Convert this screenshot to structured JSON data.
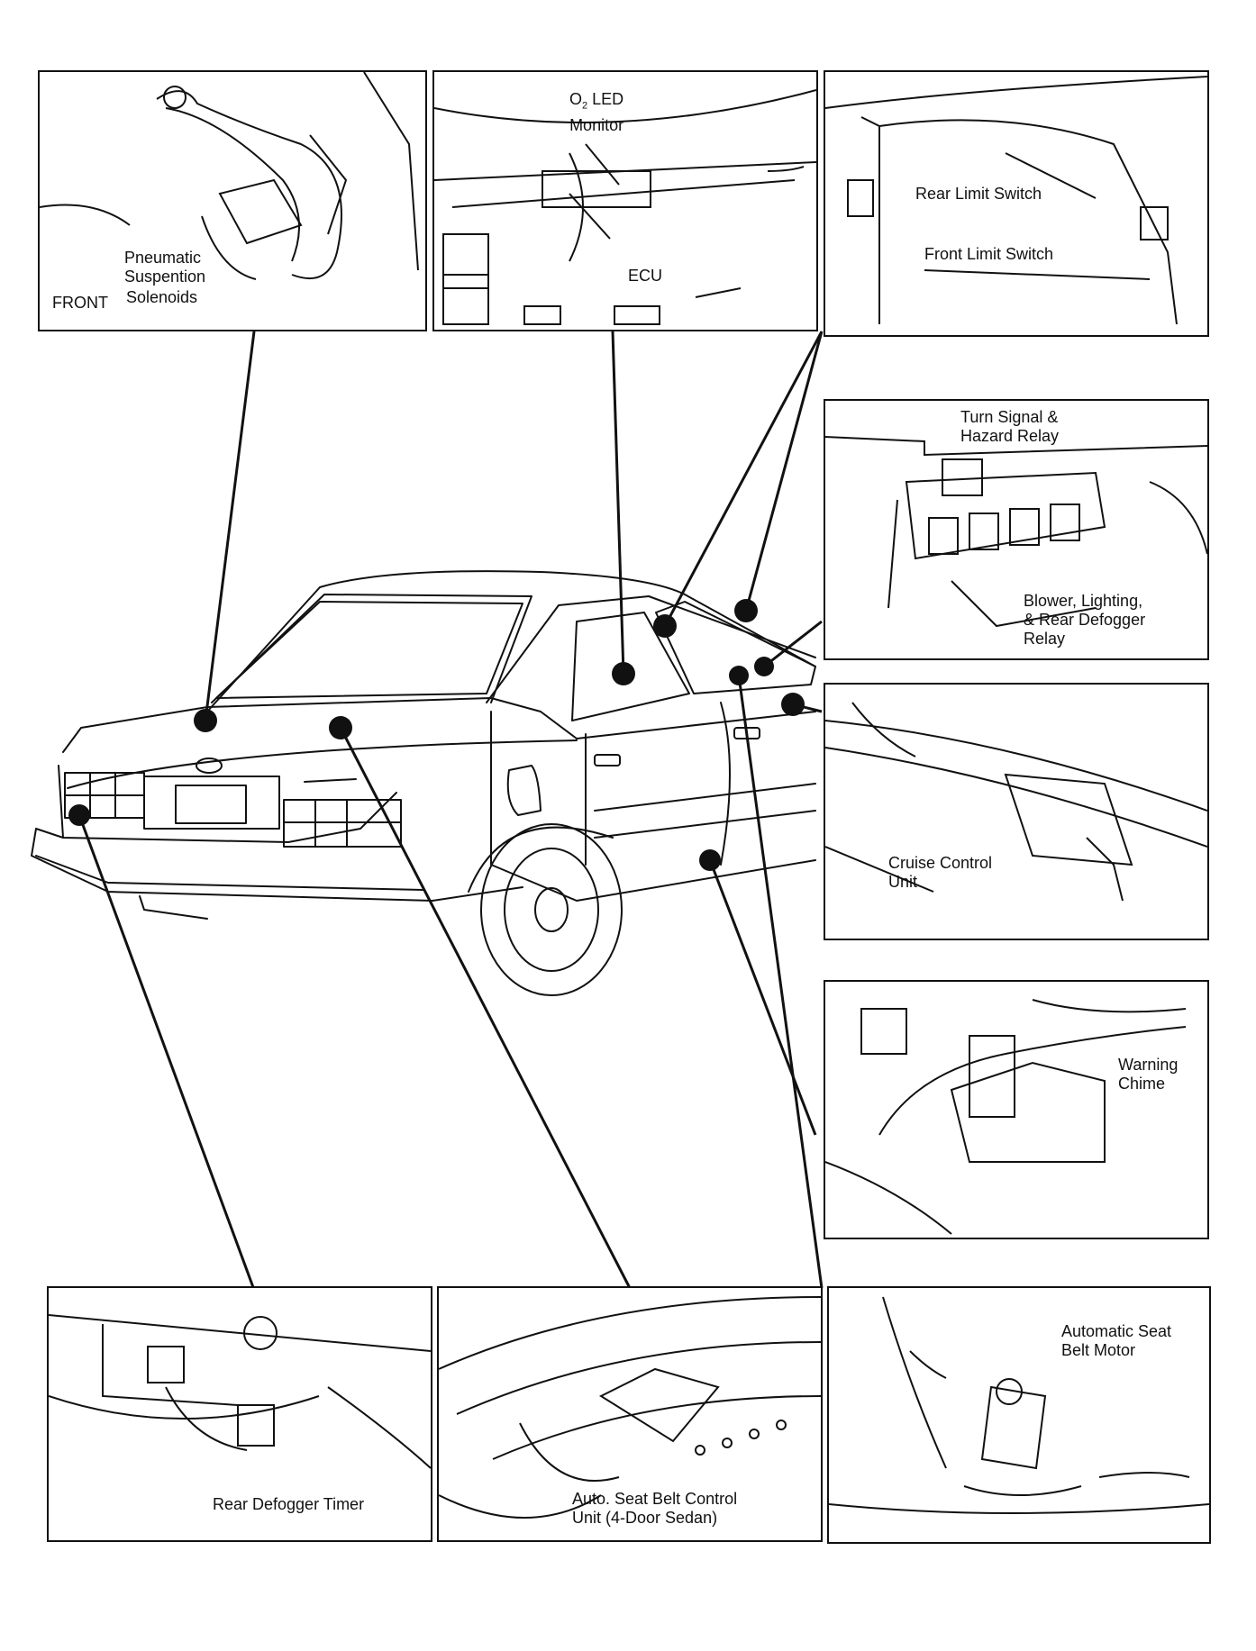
{
  "labels": {
    "front": "FRONT",
    "pneumatic": [
      "Pneumatic",
      "Suspention",
      "Solenoids"
    ],
    "o2_led_prefix": "O",
    "o2_led_sub": "2",
    "o2_led_rest": " LED",
    "monitor": "Monitor",
    "ecu": "ECU",
    "rear_limit": "Rear Limit Switch",
    "front_limit": "Front Limit Switch",
    "turn_signal": [
      "Turn Signal &",
      "Hazard Relay"
    ],
    "blower": [
      "Blower, Lighting,",
      "& Rear Defogger",
      "Relay"
    ],
    "cruise": [
      "Cruise Control",
      "Unit"
    ],
    "warning": [
      "Warning",
      "Chime"
    ],
    "defogger_timer": "Rear Defogger Timer",
    "seatbelt_ctrl": [
      "Auto. Seat Belt Control",
      "Unit (4-Door Sedan)"
    ],
    "seatbelt_motor": [
      "Automatic Seat",
      "Belt Motor"
    ]
  }
}
